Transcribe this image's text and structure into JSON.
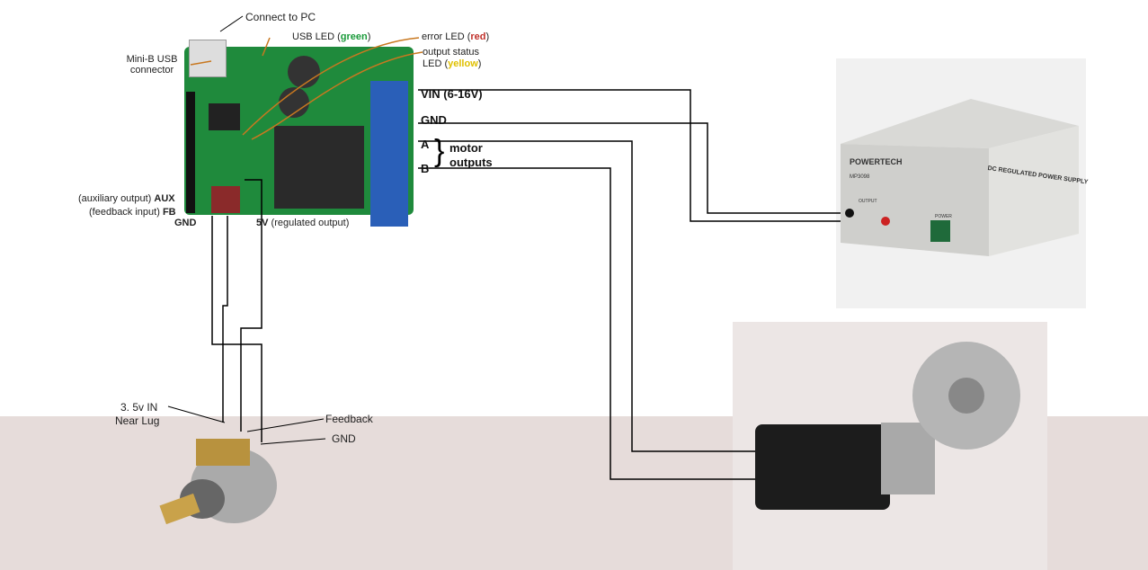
{
  "board": {
    "connect_pc": "Connect to PC",
    "usb_connector": "Mini-B USB connector",
    "usb_led_prefix": "USB LED (",
    "usb_led_color": "green",
    "usb_led_suffix": ")",
    "error_led_prefix": "error LED (",
    "error_led_color": "red",
    "error_led_suffix": ")",
    "status_led_line1": "output status",
    "status_led_prefix": "LED (",
    "status_led_color": "yellow",
    "status_led_suffix": ")",
    "aux_desc": "(auxiliary output) ",
    "aux": "AUX",
    "fb_desc": "(feedback input) ",
    "fb": "FB",
    "gnd": "GND",
    "v5": "5V",
    "v5_desc": " (regulated output)",
    "vin": "VIN (6-16V)",
    "term_gnd": "GND",
    "a": "A",
    "b": "B",
    "motor_outputs": "motor outputs",
    "colors": {
      "green": "#1a9a3a",
      "red": "#c0302a",
      "yellow": "#e0c000",
      "pcb": "#1f8a3c",
      "terminal": "#2a5fb8"
    }
  },
  "power_supply": {
    "title": "DC REGULATED POWER SUPPLY",
    "brand": "POWERTECH",
    "model": "MP3098",
    "output": "OUTPUT",
    "power": "POWER"
  },
  "pot": {
    "in_label": "3. 5v IN",
    "near_lug": "Near Lug",
    "feedback": "Feedback",
    "gnd": "GND"
  }
}
